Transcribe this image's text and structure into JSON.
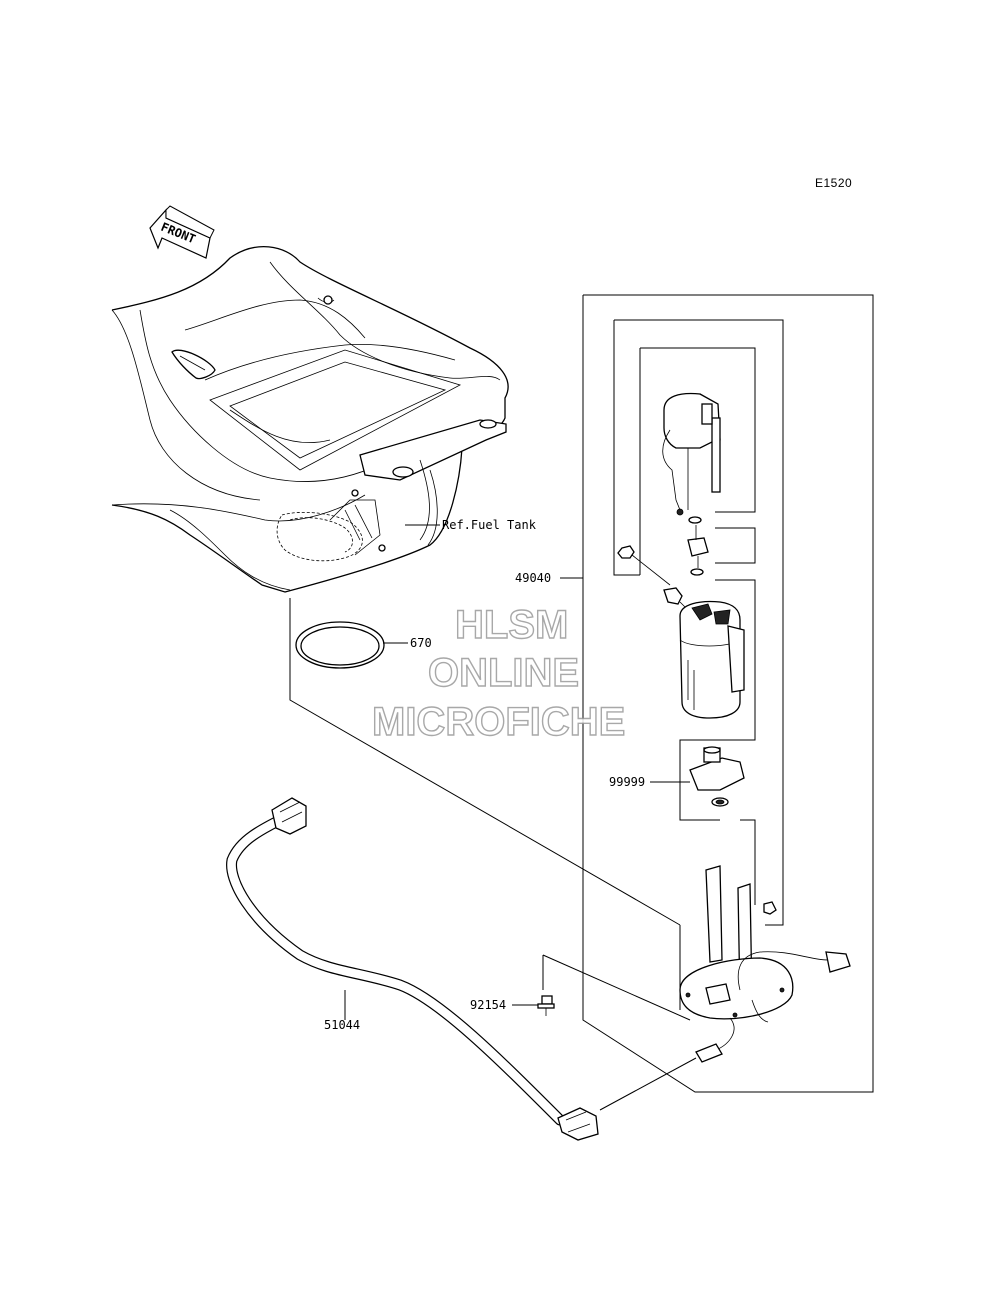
{
  "diagram_code": "E1520",
  "front_arrow_text": "FRONT",
  "ref_label": "Ref.Fuel Tank",
  "callouts": {
    "gasket": "670",
    "pump_assy": "49040",
    "sub_assy": "99999",
    "bolt": "92154",
    "hose": "51044"
  },
  "watermark": {
    "line1": "HLSM",
    "line2": "ONLINE",
    "line3": "MICROFICHE"
  }
}
